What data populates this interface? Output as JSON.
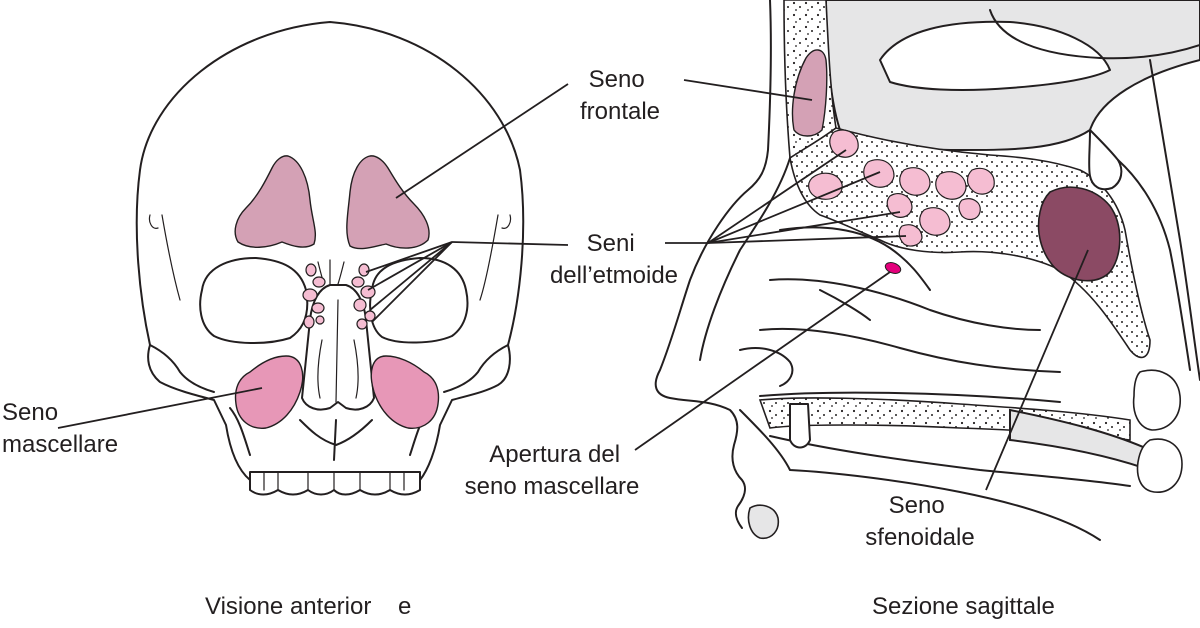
{
  "labels": {
    "frontal": [
      "Seno",
      "frontale"
    ],
    "ethmoid": [
      "Seni",
      "dell’etmoide"
    ],
    "maxillary": [
      "Seno",
      "mascellare"
    ],
    "opening": [
      "Apertura del",
      "seno mascellare"
    ],
    "sphenoid": [
      "Seno",
      "sfenoidale"
    ]
  },
  "captions": {
    "anterior": "Visione anterior    e",
    "sagittal": "Sezione sagittale"
  },
  "colors": {
    "frontal_sinus": "#d4a1b5",
    "ethmoid_sinus": "#f5bdd2",
    "maxillary_sinus": "#e797b7",
    "sphenoid_sinus": "#8b4a64",
    "opening": "#e4007c",
    "grey_tissue": "#e6e6e7",
    "ink": "#231f20"
  }
}
